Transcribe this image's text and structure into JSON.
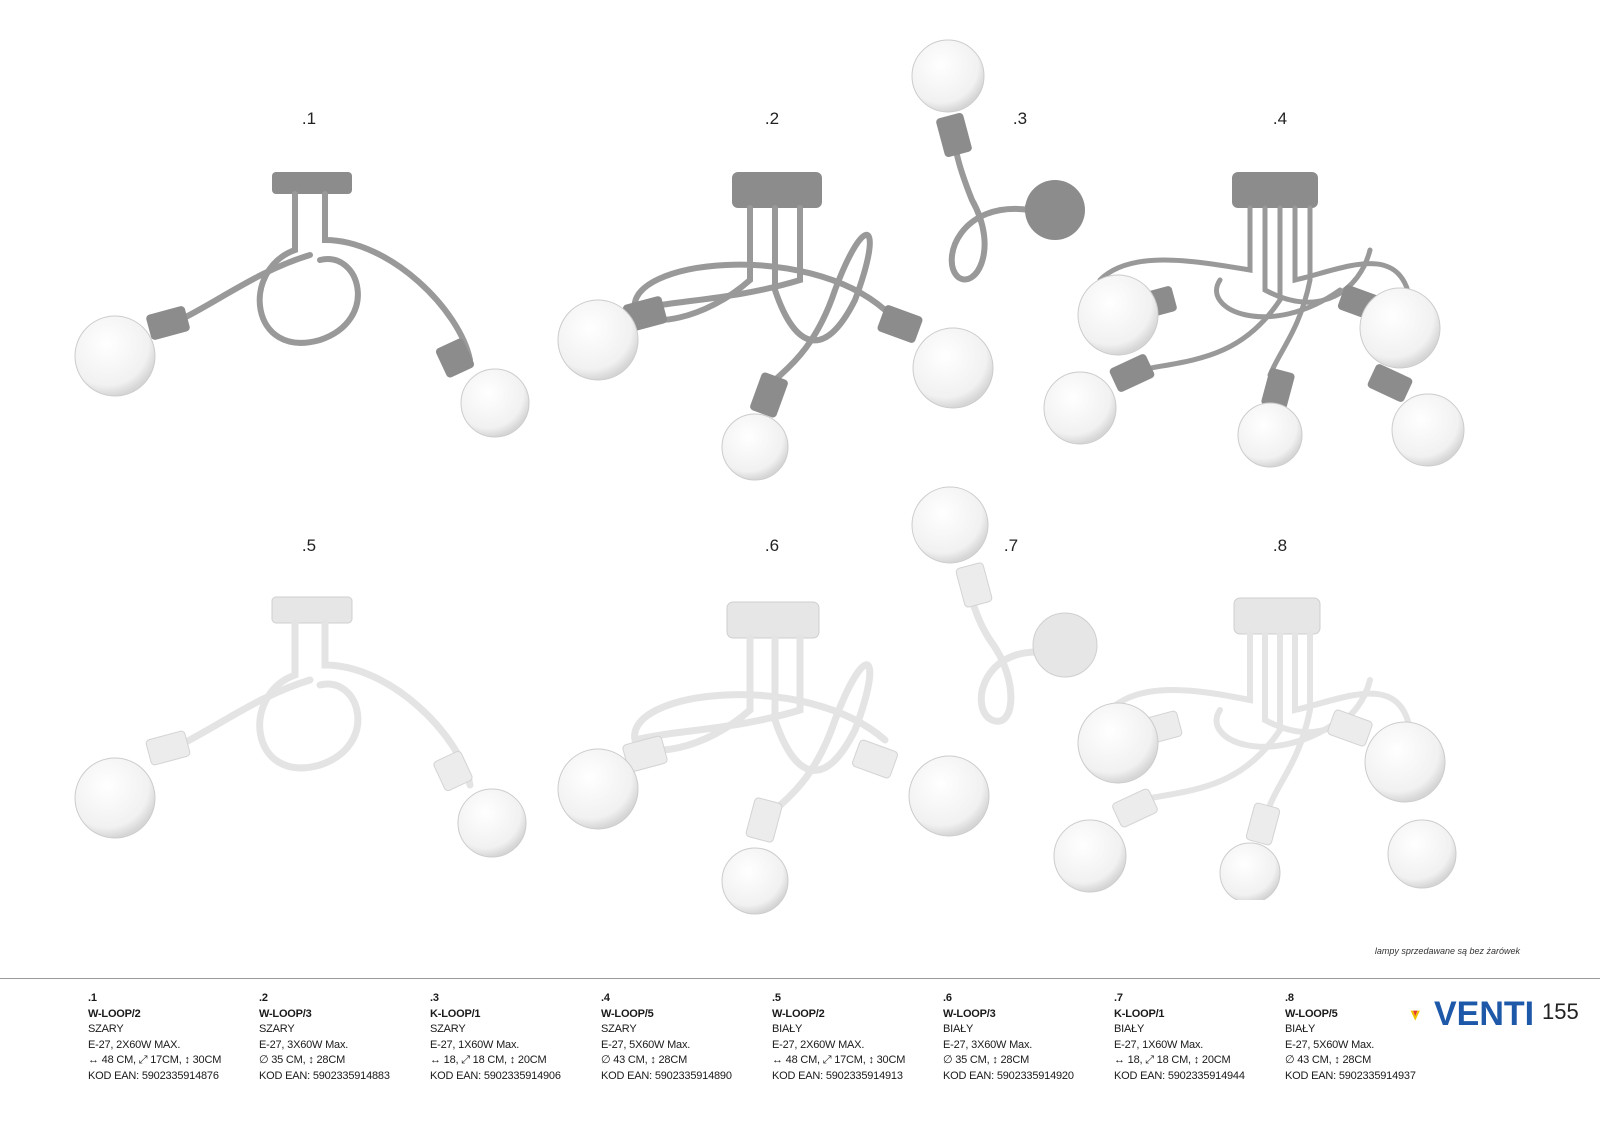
{
  "products": [
    {
      "num": ".1",
      "code": "W-LOOP/2",
      "color": "SZARY",
      "bulbs": "E-27, 2X60W MAX.",
      "dims": "↔ 48 CM, ⤢ 17CM, ↕ 30CM",
      "ean": "KOD EAN: 5902335914876"
    },
    {
      "num": ".2",
      "code": "W-LOOP/3",
      "color": "SZARY",
      "bulbs": "E-27, 3X60W Max.",
      "dims": "∅ 35 CM, ↕ 28CM",
      "ean": "KOD EAN: 5902335914883"
    },
    {
      "num": ".3",
      "code": "K-LOOP/1",
      "color": "SZARY",
      "bulbs": "E-27, 1X60W Max.",
      "dims": "↔ 18, ⤢ 18 CM, ↕ 20CM",
      "ean": "KOD EAN: 5902335914906"
    },
    {
      "num": ".4",
      "code": "W-LOOP/5",
      "color": "SZARY",
      "bulbs": "E-27, 5X60W Max.",
      "dims": "∅ 43 CM, ↕ 28CM",
      "ean": "KOD EAN: 5902335914890"
    },
    {
      "num": ".5",
      "code": "W-LOOP/2",
      "color": "BIAŁY",
      "bulbs": "E-27, 2X60W MAX.",
      "dims": "↔ 48 CM, ⤢ 17CM, ↕ 30CM",
      "ean": "KOD EAN: 5902335914913"
    },
    {
      "num": ".6",
      "code": "W-LOOP/3",
      "color": "BIAŁY",
      "bulbs": "E-27, 3X60W Max.",
      "dims": "∅ 35 CM, ↕ 28CM",
      "ean": "KOD EAN: 5902335914920"
    },
    {
      "num": ".7",
      "code": "K-LOOP/1",
      "color": "BIAŁY",
      "bulbs": "E-27, 1X60W Max.",
      "dims": "↔ 18, ⤢ 18 CM, ↕ 20CM",
      "ean": "KOD EAN: 5902335914944"
    },
    {
      "num": ".8",
      "code": "W-LOOP/5",
      "color": "BIAŁY",
      "bulbs": "E-27, 5X60W Max.",
      "dims": "∅ 43 CM, ↕ 28CM",
      "ean": "KOD EAN: 5902335914937"
    }
  ],
  "note": "lampy sprzedawane są bez żarówek",
  "brand": "VENTI",
  "page_number": "155",
  "colors": {
    "grey_metal": "#8c8c8c",
    "white_metal": "#e9e9e9",
    "bulb": "#fbfbfb",
    "logo_blue": "#1e58a8",
    "logo_yellow": "#f2c200"
  }
}
